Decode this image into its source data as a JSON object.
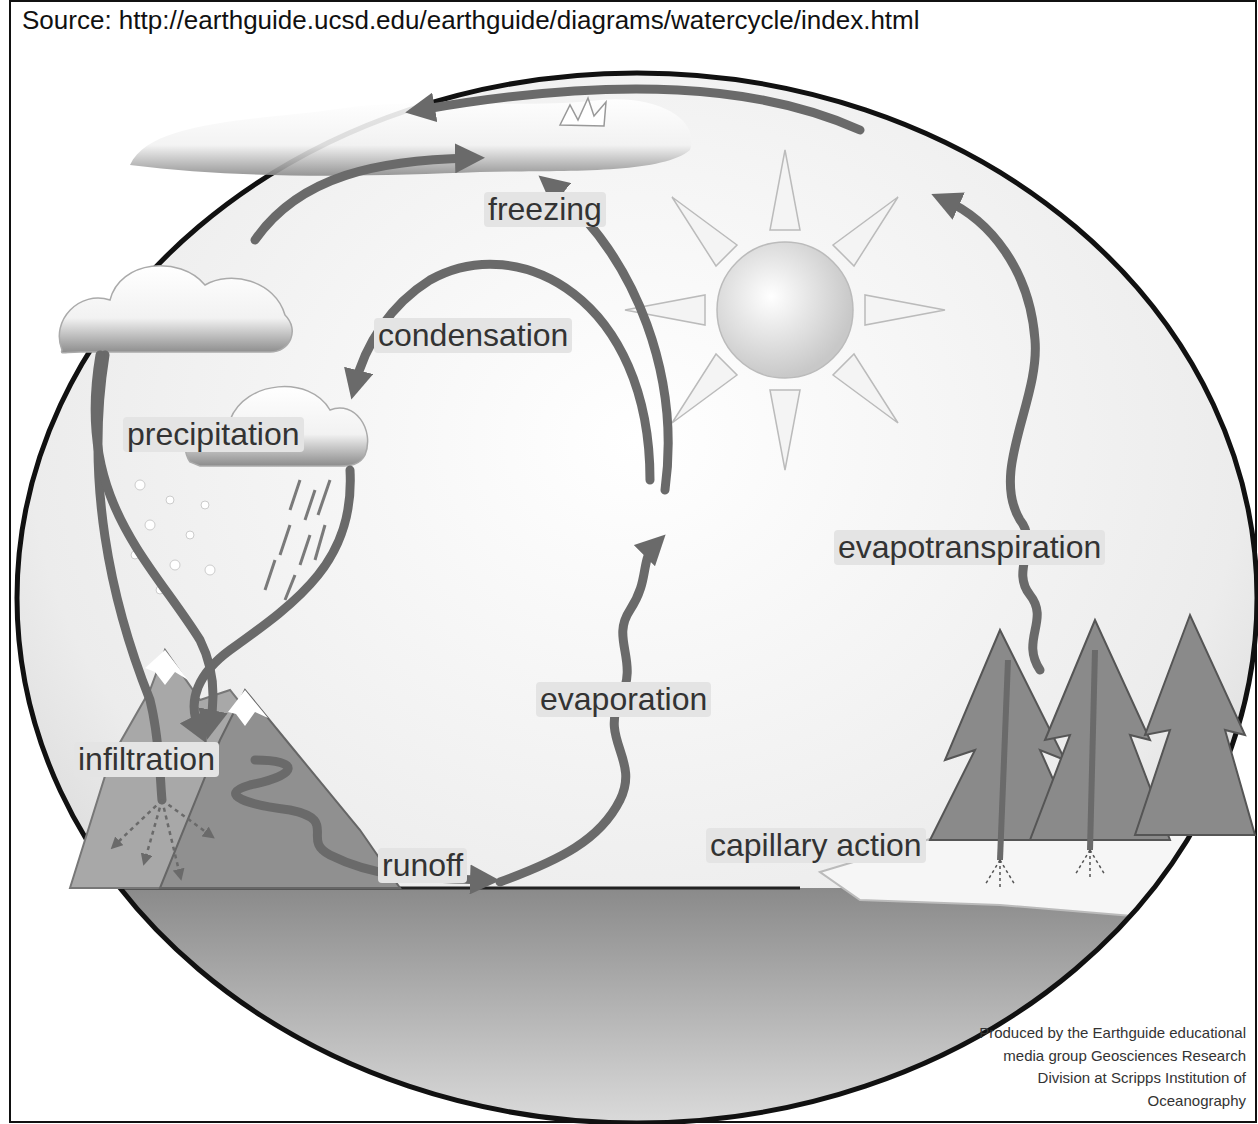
{
  "diagram": {
    "labels": [
      "Source: http://earthguide.ucsd.edu/earthguide/diagrams/watercycle/index.html",
      "freezing",
      "condensation",
      "precipitation",
      "evapotranspiration",
      "evaporation",
      "infiltration",
      "capillary action",
      "runoff",
      "Produced by the Earthguide educational media group Geosciences Research Division at Scripps Institution of Oceanography"
    ]
  }
}
